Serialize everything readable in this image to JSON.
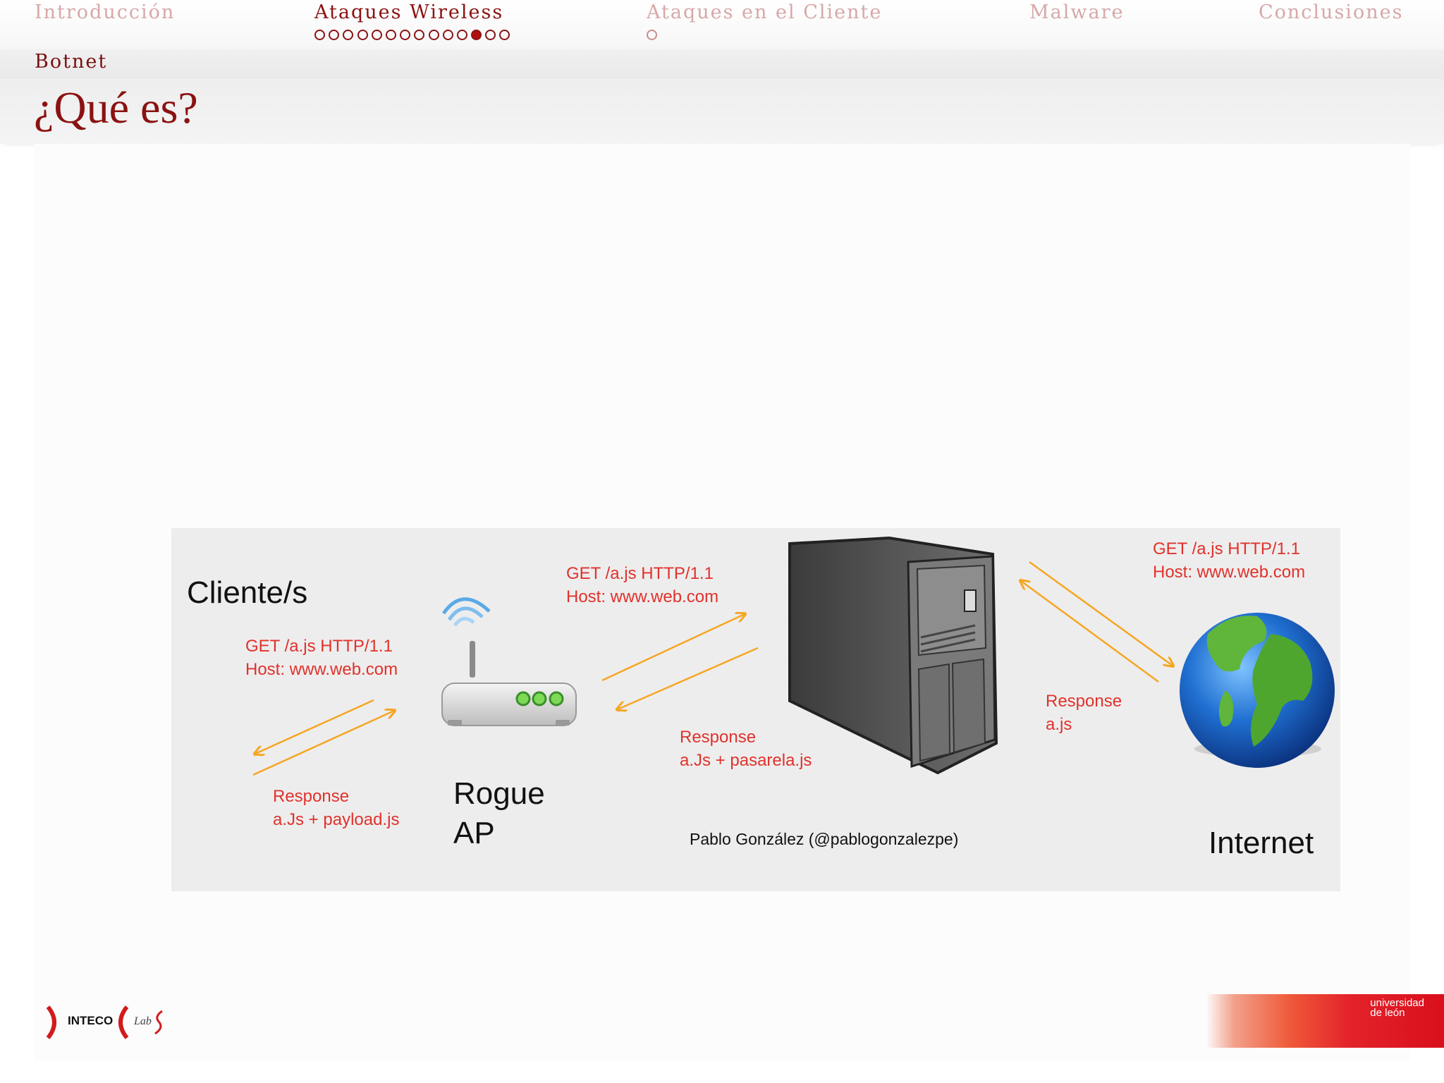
{
  "nav": {
    "sections": [
      {
        "label": "Introducción",
        "dots": 0,
        "active": false
      },
      {
        "label": "Ataques Wireless",
        "dots": 14,
        "filled_index": 11,
        "active": true
      },
      {
        "label": "Ataques en el Cliente",
        "dots": 1,
        "active": false
      },
      {
        "label": "Malware",
        "dots": 0,
        "active": false
      },
      {
        "label": "Conclusiones",
        "dots": 0,
        "active": false
      }
    ]
  },
  "subsection": "Botnet",
  "frame_title": "¿Qué es?",
  "diagram": {
    "cliente": "Cliente/s",
    "client_request": [
      "GET /a.js HTTP/1.1",
      "Host: www.web.com"
    ],
    "client_response": [
      "Response",
      "a.Js + payload.js"
    ],
    "router_label": [
      "Rogue",
      "AP"
    ],
    "ap_request": [
      "GET /a.js HTTP/1.1",
      "Host: www.web.com"
    ],
    "ap_response": [
      "Response",
      "a.Js + pasarela.js"
    ],
    "internet_request": [
      "GET /a.js HTTP/1.1",
      "Host: www.web.com"
    ],
    "internet_response": [
      "Response",
      "a.js"
    ],
    "internet": "Internet",
    "credit": "Pablo González (@pablogonzalezpe)"
  },
  "footer": {
    "inteco_logo": "INTECO",
    "labs_logo": "Lab",
    "uleon_logo": [
      "universidad",
      "de león"
    ]
  },
  "colors": {
    "accent": "#8b1212",
    "dot_filled": "#b40f0f",
    "diagram_text": "#e0322c",
    "arrows": "#f5a623"
  }
}
